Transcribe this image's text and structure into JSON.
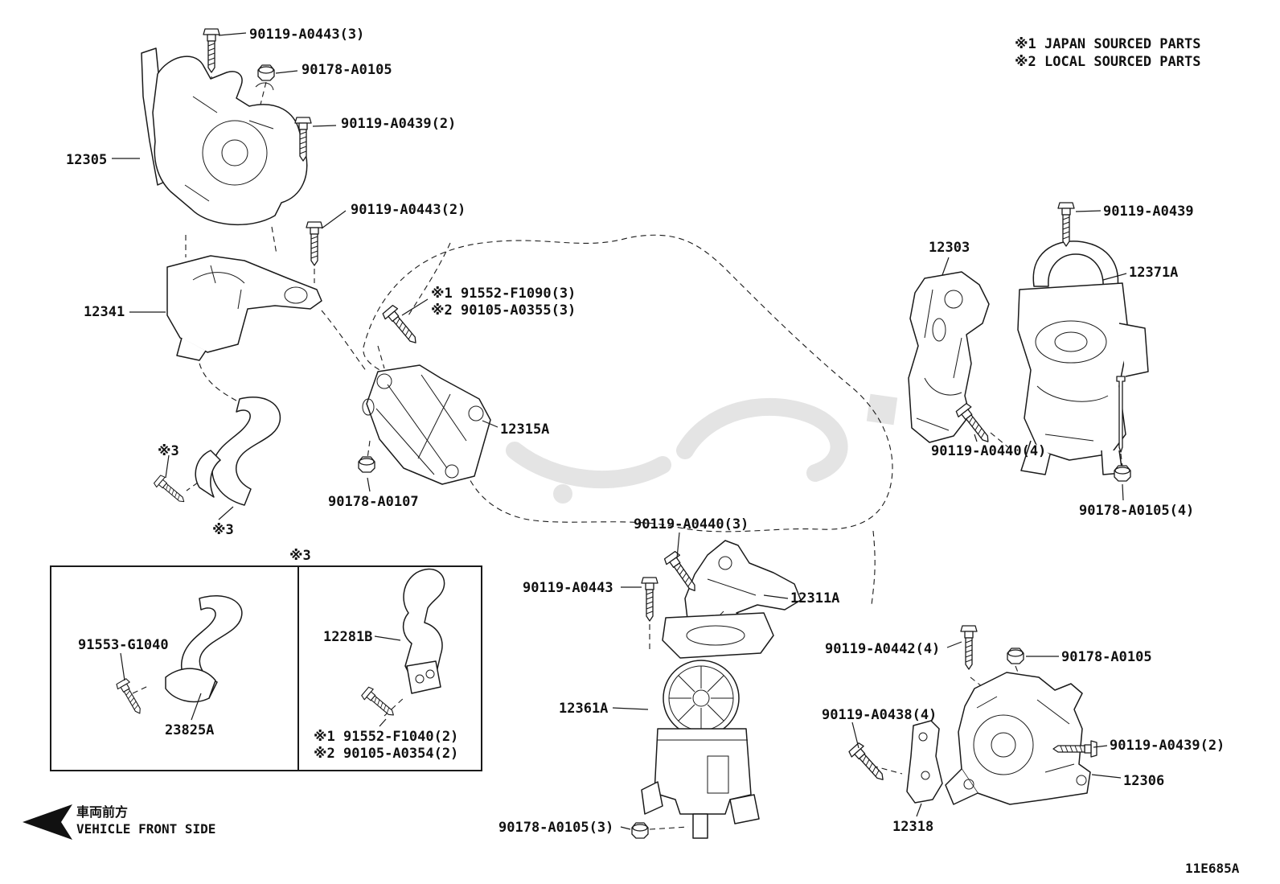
{
  "meta": {
    "drawing_code": "11E685A"
  },
  "legend": {
    "note1": "※1 JAPAN SOURCED PARTS",
    "note2": "※2 LOCAL SOURCED PARTS"
  },
  "front": {
    "jp": "車両前方",
    "en": "VEHICLE FRONT SIDE"
  },
  "labels": {
    "a0443_3": "90119-A0443(3)",
    "a0105_top": "90178-A0105",
    "a0439_2_top": "90119-A0439(2)",
    "p12305": "12305",
    "a0443_2": "90119-A0443(2)",
    "p12341": "12341",
    "f1090": "※1 91552-F1090(3)",
    "a0355": "※2 90105-A0355(3)",
    "p12315a": "12315A",
    "note3_a": "※3",
    "a0107": "90178-A0107",
    "note3_b": "※3",
    "note3_box": "※3",
    "p12303": "12303",
    "a0439_r": "90119-A0439",
    "p12371a": "12371A",
    "a0440_4": "90119-A0440(4)",
    "a0105_4": "90178-A0105(4)",
    "a0440_3": "90119-A0440(3)",
    "a0443": "90119-A0443",
    "p12311a": "12311A",
    "a0442_4": "90119-A0442(4)",
    "a0105_r": "90178-A0105",
    "p12361a": "12361A",
    "a0438_4": "90119-A0438(4)",
    "a0439_2_r": "90119-A0439(2)",
    "p12306": "12306",
    "p12318": "12318",
    "a0105_3": "90178-A0105(3)",
    "g1040": "91553-G1040",
    "p23825a": "23825A",
    "p12281b": "12281B",
    "f1040": "※1 91552-F1040(2)",
    "a0354": "※2 90105-A0354(2)"
  }
}
